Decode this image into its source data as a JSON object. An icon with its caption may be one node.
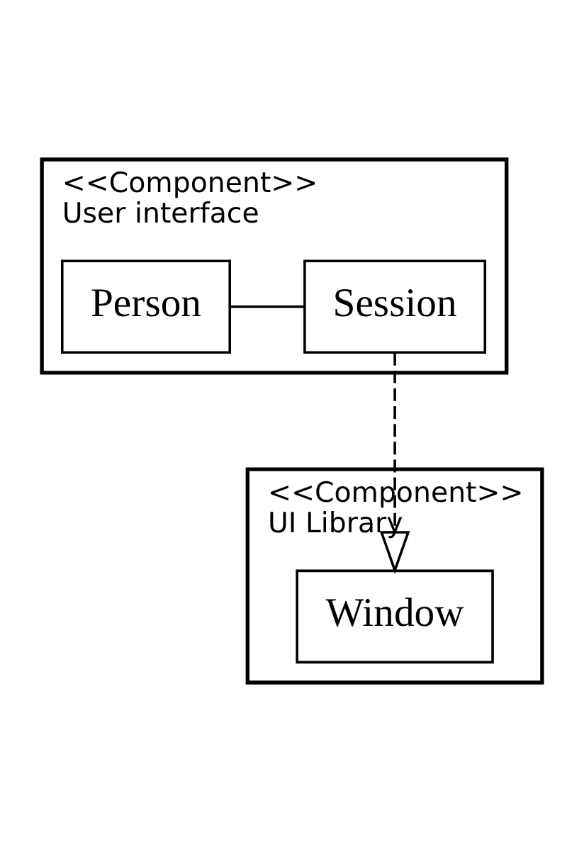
{
  "diagram": {
    "nodes": [
      {
        "text": [
          "<<Component>>",
          "User interface"
        ]
      },
      {
        "text": [
          "Person"
        ],
        "in": 0
      },
      {
        "text": [
          "Session"
        ],
        "in": 0
      },
      {
        "text": [
          "<<Component>>",
          "UI Library"
        ]
      },
      {
        "text": [
          "Window"
        ],
        "in": 3
      }
    ],
    "edges": [
      {
        "from": 1,
        "to": 2,
        "arrow": "none"
      },
      {
        "from": 2,
        "to": 4,
        "arrow": "to",
        "style": "dashed"
      }
    ]
  }
}
